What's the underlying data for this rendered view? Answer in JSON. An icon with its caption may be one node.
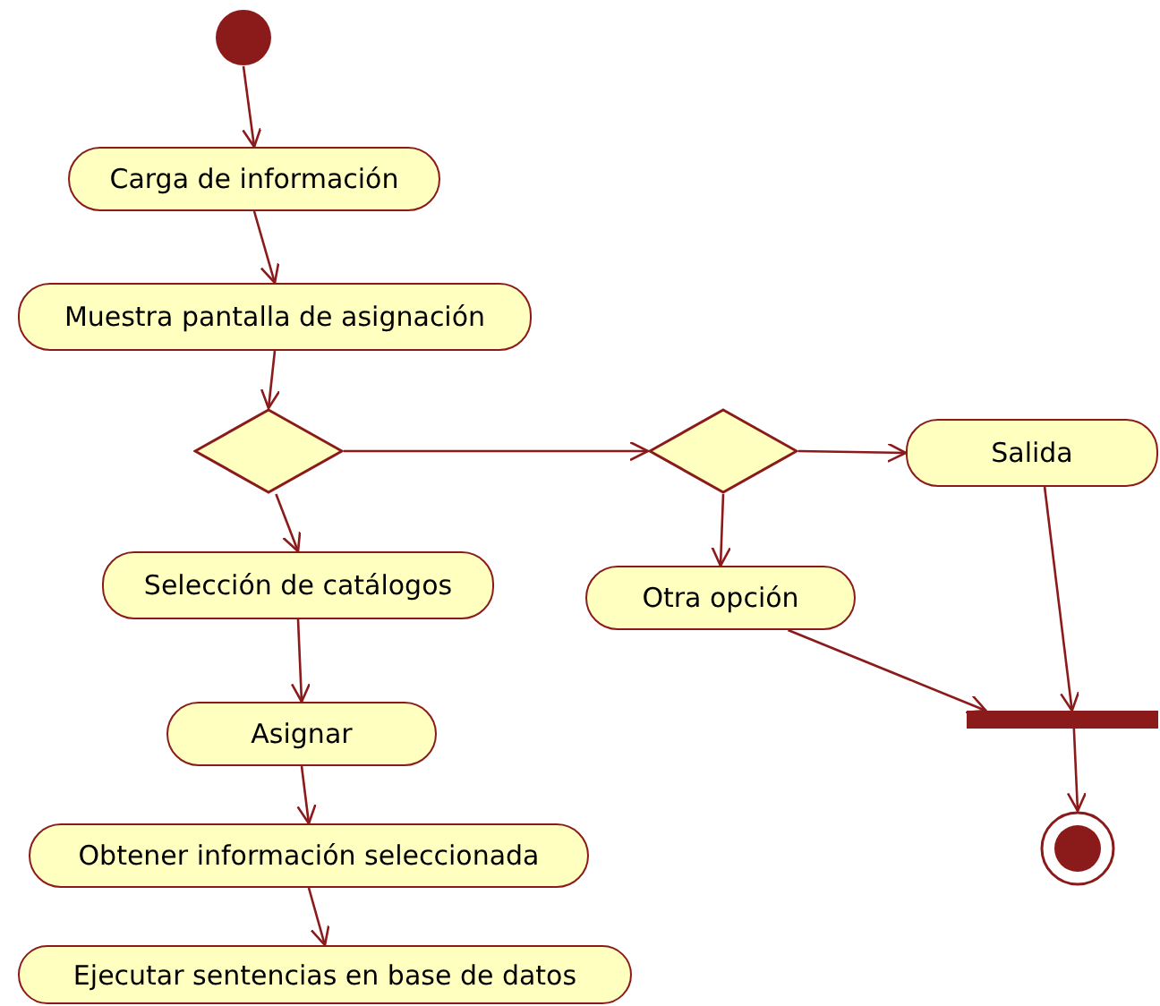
{
  "diagram": {
    "nodes": [
      {
        "text": [],
        "shape": "circle"
      },
      {
        "text": [
          "Carga de información"
        ]
      },
      {
        "text": [
          "Muestra pantalla de asignación"
        ]
      },
      {
        "text": [],
        "shape": "diamond"
      },
      {
        "text": [],
        "shape": "diamond"
      },
      {
        "text": [
          "Salida"
        ]
      },
      {
        "text": [
          "Selección de catálogos"
        ]
      },
      {
        "text": [
          "Otra opción"
        ]
      },
      {
        "text": [
          "Asignar"
        ]
      },
      {
        "text": [
          "Obtener información seleccionada"
        ]
      },
      {
        "text": [
          "Ejecutar sentencias en base de datos"
        ]
      },
      {
        "text": [],
        "shape": "bar"
      },
      {
        "text": [],
        "shape": "circle"
      }
    ],
    "edges": [
      {
        "from": 0,
        "to": 1,
        "arrow": "to"
      },
      {
        "from": 1,
        "to": 2,
        "arrow": "to"
      },
      {
        "from": 2,
        "to": 3,
        "arrow": "to"
      },
      {
        "from": 3,
        "to": 4,
        "arrow": "to"
      },
      {
        "from": 4,
        "to": 5,
        "arrow": "to"
      },
      {
        "from": 3,
        "to": 6,
        "arrow": "to"
      },
      {
        "from": 4,
        "to": 7,
        "arrow": "to"
      },
      {
        "from": 6,
        "to": 8,
        "arrow": "to"
      },
      {
        "from": 8,
        "to": 9,
        "arrow": "to"
      },
      {
        "from": 9,
        "to": 10,
        "arrow": "to"
      },
      {
        "from": 7,
        "to": 11,
        "arrow": "to"
      },
      {
        "from": 5,
        "to": 11,
        "arrow": "to"
      },
      {
        "from": 11,
        "to": 12,
        "arrow": "to"
      }
    ]
  }
}
